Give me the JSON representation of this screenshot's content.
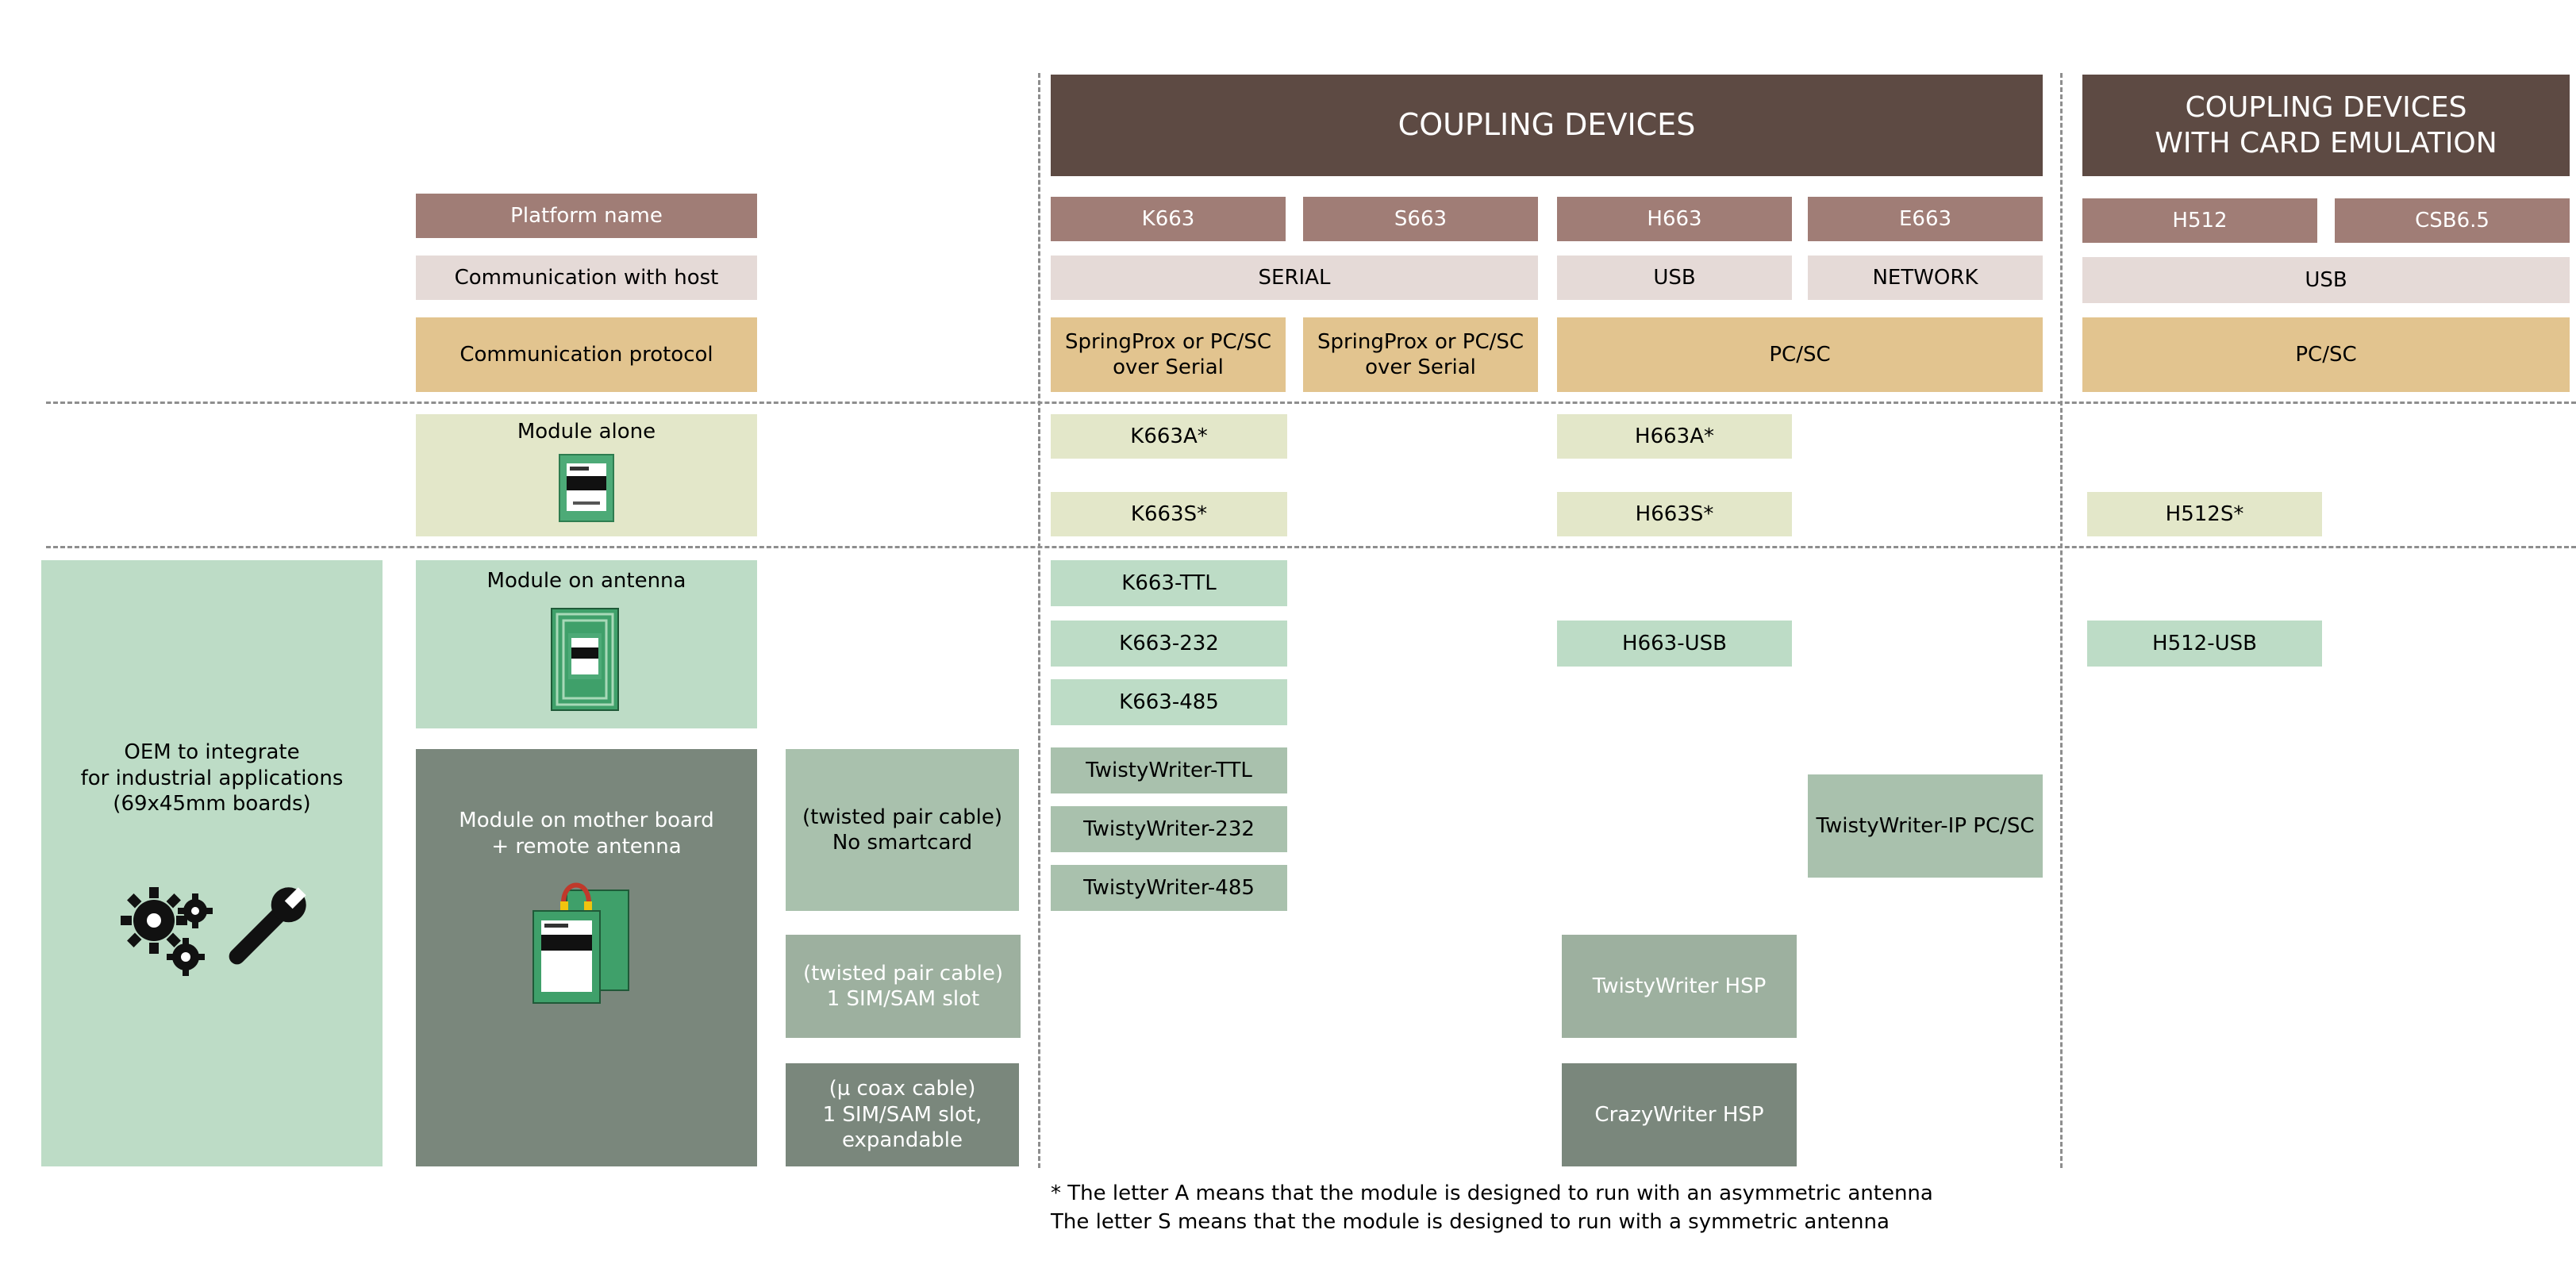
{
  "headers": {
    "coupling": "COUPLING DEVICES",
    "coupling_emulation": "COUPLING DEVICES\nWITH CARD EMULATION"
  },
  "legend": {
    "platform_name": "Platform name",
    "communication_host": "Communication with host",
    "communication_protocol": "Communication protocol",
    "module_alone": "Module alone",
    "module_antenna": "Module on antenna",
    "module_motherboard": "Module on mother board\n+ remote antenna",
    "oem": "OEM to integrate\nfor industrial applications\n(69x45mm boards)"
  },
  "cable_types": {
    "twisted_no_card": "(twisted pair cable)\nNo smartcard",
    "twisted_sim": "(twisted pair cable)\n1 SIM/SAM slot",
    "coax_sim": "(µ coax cable)\n1 SIM/SAM slot,\nexpandable"
  },
  "platforms": [
    "K663",
    "S663",
    "H663",
    "E663",
    "H512",
    "CSB6.5"
  ],
  "host": {
    "serial": "SERIAL",
    "usb": "USB",
    "network": "NETWORK",
    "usb_emulation": "USB"
  },
  "protocol": {
    "k663": "SpringProx or PC/SC\nover Serial",
    "s663": "SpringProx or PC/SC\nover Serial",
    "h663_e663": "PC/SC",
    "emulation": "PC/SC"
  },
  "modules_alone": {
    "k663a": "K663A*",
    "k663s": "K663S*",
    "h663a": "H663A*",
    "h663s": "H663S*",
    "h512s": "H512S*"
  },
  "modules_antenna": {
    "k663_ttl": "K663-TTL",
    "k663_232": "K663-232",
    "k663_485": "K663-485",
    "h663_usb": "H663-USB",
    "h512_usb": "H512-USB"
  },
  "motherboard": {
    "tw_ttl": "TwistyWriter-TTL",
    "tw_232": "TwistyWriter-232",
    "tw_485": "TwistyWriter-485",
    "tw_ip": "TwistyWriter-IP PC/SC",
    "tw_hsp": "TwistyWriter HSP",
    "cw_hsp": "CrazyWriter HSP"
  },
  "footnote": "* The letter A means that the module is designed to run with an asymmetric antenna\n   The letter S means that the module is designed to run with a symmetric antenna",
  "icons": {
    "module_alone": "chip-module-icon",
    "module_antenna": "antenna-board-icon",
    "motherboard": "motherboard-antenna-icon",
    "tools": "gears-wrench-icon"
  },
  "colors": {
    "header": "#5d4a43",
    "platform": "#a07d76",
    "host": "#e5dad7",
    "protocol": "#e2c48f",
    "module_alone": "#e3e7c9",
    "module_antenna": "#bddcc6",
    "motherboard": "#7a877c"
  }
}
